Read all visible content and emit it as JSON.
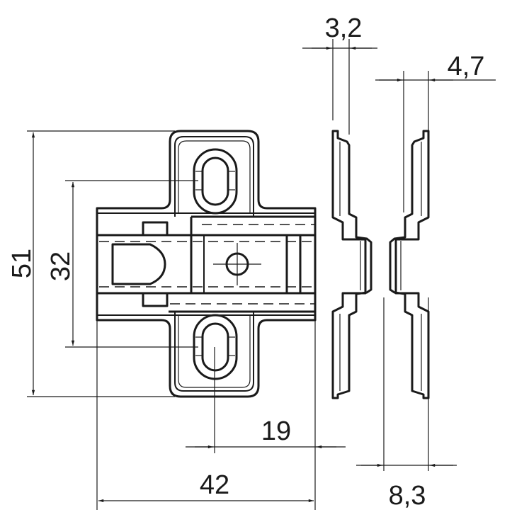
{
  "drawing": {
    "title": "Hinge mounting plate dimension drawing",
    "dimensions": {
      "height_total": "51",
      "hole_spacing": "32",
      "width_total": "42",
      "hole_offset": "19",
      "thickness_top": "3,2",
      "offset_side": "4,7",
      "depth_total": "8,3"
    },
    "colors": {
      "line": "#1a1a1a",
      "background": "#ffffff"
    }
  }
}
